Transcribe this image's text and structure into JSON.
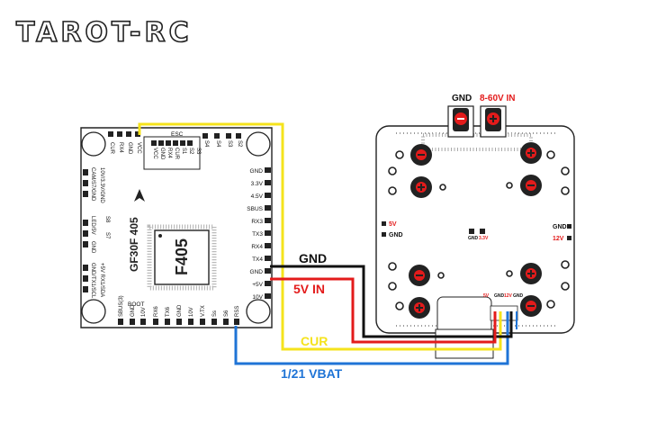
{
  "brand": {
    "name": "TAROT-RC"
  },
  "fc": {
    "model": "GF30F 405",
    "chip": "F405",
    "esc_label": "ESC",
    "boot_label": "BOOT",
    "top_pins": [
      "CUR",
      "RX4",
      "GND",
      "VCC",
      "VCC",
      "GND",
      "RX4",
      "CUR",
      "S1",
      "S2",
      "S3",
      "S4",
      "S4",
      "S3",
      "S2",
      "S1"
    ],
    "right_pins": [
      "GND",
      "3.3V",
      "4.5V",
      "SBUS",
      "RX3",
      "TX3",
      "RX4",
      "TX4",
      "GND",
      "+5V",
      "10V"
    ],
    "bottom_pins": [
      "SBUS(3)",
      "GND",
      "10V",
      "RX6",
      "TX6",
      "GND",
      "10V",
      "V.TX",
      "Ss",
      "S6",
      "RSS"
    ],
    "left_pins": [
      "10V/3.3V/GND",
      "CAM/S7/GND",
      "S8",
      "S7",
      "LED/5V",
      "GND",
      "+5V RX1/SDA",
      "GND/TX1/SCL"
    ]
  },
  "pdb": {
    "gnd_label": "GND",
    "vin_label": "8-60V IN",
    "out_5v": "5V",
    "out_gnd_left": "GND",
    "out_gnd_right": "GND",
    "out_12v": "12V",
    "mid_gnd": "GND",
    "mid_33v": "3.3V",
    "conn_labels": [
      "5V",
      "GND",
      "12V",
      "GND"
    ]
  },
  "wires": {
    "gnd": {
      "label": "GND",
      "color": "#111111"
    },
    "v5": {
      "label": "5V IN",
      "color": "#e31b1b"
    },
    "cur": {
      "label": "CUR",
      "color": "#f5e31c"
    },
    "vbat": {
      "label": "1/21 VBAT",
      "color": "#1f74d6"
    }
  }
}
